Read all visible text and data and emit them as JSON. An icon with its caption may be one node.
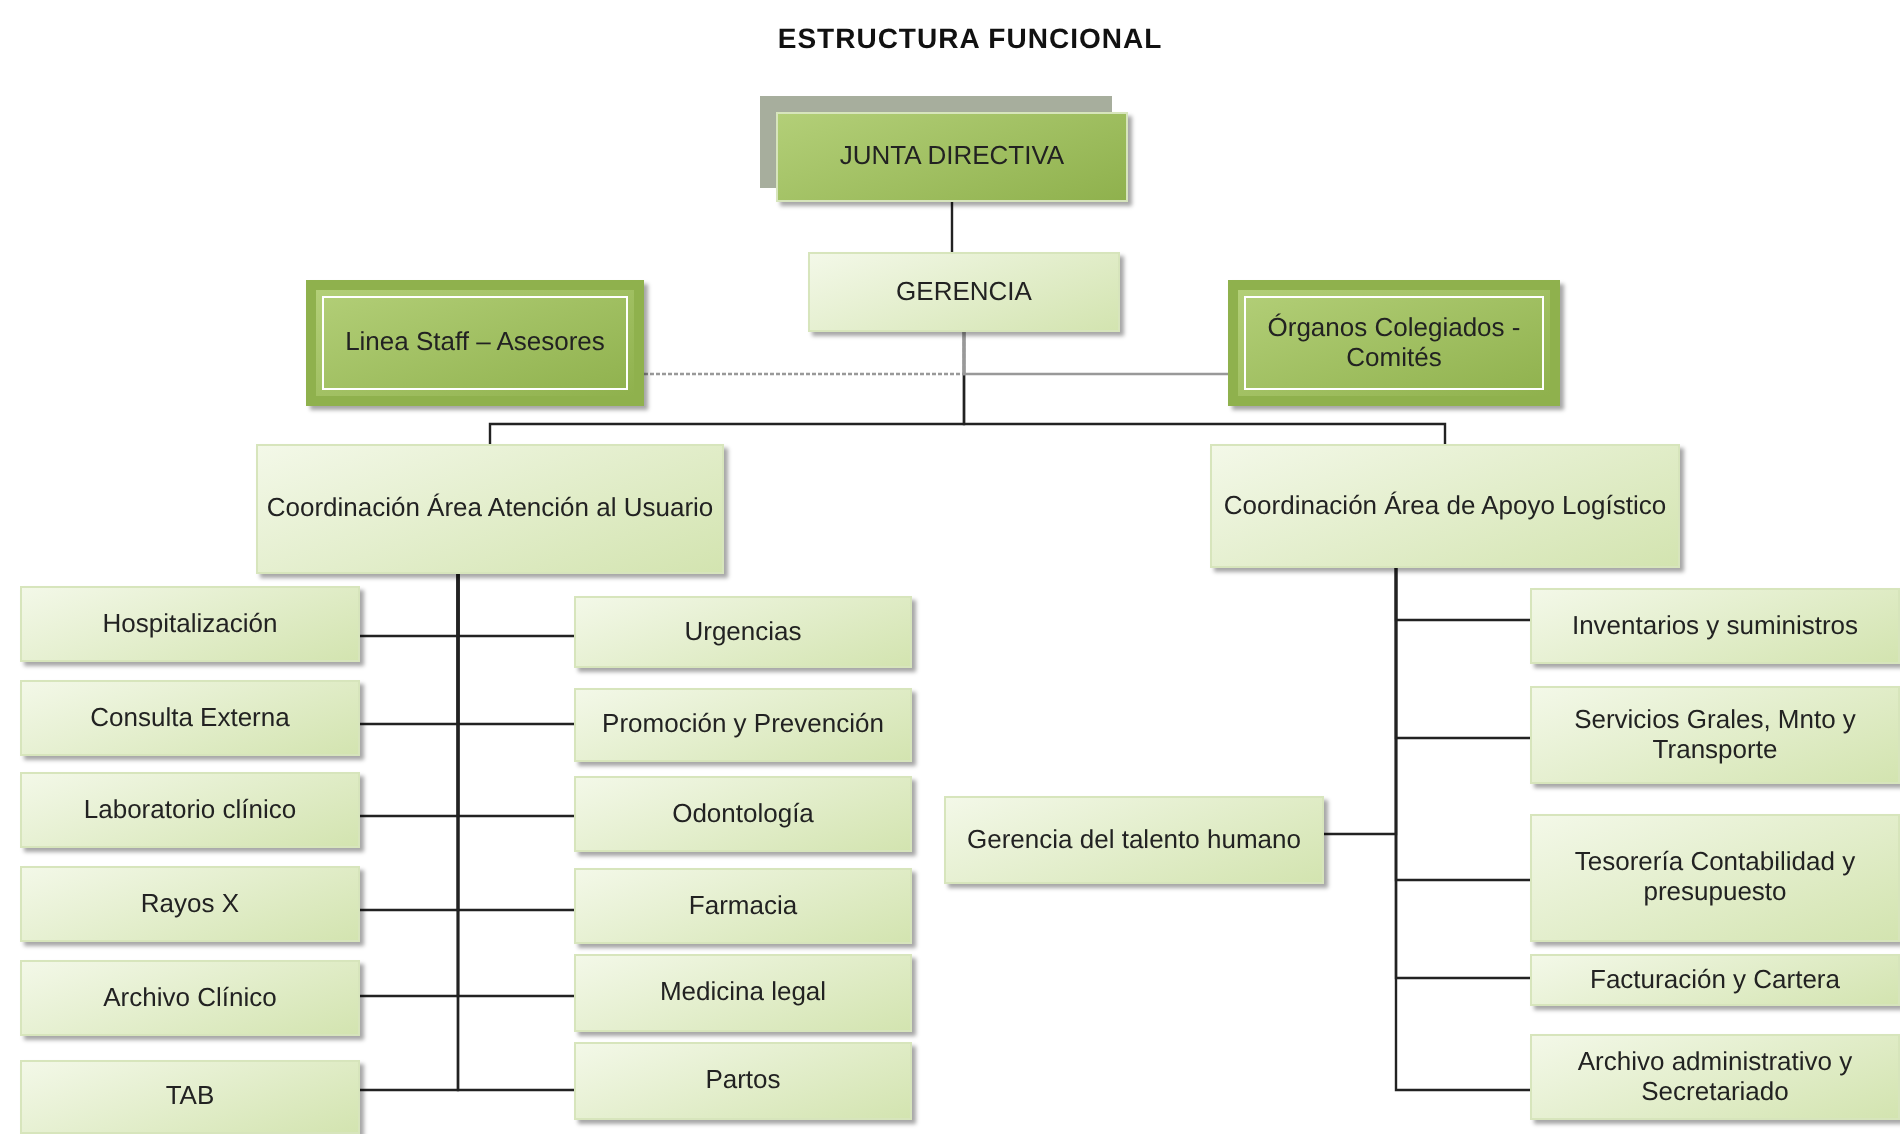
{
  "diagram": {
    "title": "ESTRUCTURA FUNCIONAL",
    "nodes": [
      {
        "text": [
          "JUNTA DIRECTIVA"
        ]
      },
      {
        "text": [
          "GERENCIA"
        ]
      },
      {
        "text": [
          "Linea Staff – Asesores"
        ]
      },
      {
        "text": [
          "Órganos Colegiados - Comités"
        ]
      },
      {
        "text": [
          "Coordinación Área Atención al Usuario"
        ]
      },
      {
        "text": [
          "Coordinación Área de Apoyo Logístico"
        ]
      },
      {
        "text": [
          "Hospitalización"
        ]
      },
      {
        "text": [
          "Urgencias"
        ]
      },
      {
        "text": [
          "Consulta Externa"
        ]
      },
      {
        "text": [
          "Promoción  y Prevención"
        ]
      },
      {
        "text": [
          "Laboratorio clínico"
        ]
      },
      {
        "text": [
          "Odontología"
        ]
      },
      {
        "text": [
          "Rayos X"
        ]
      },
      {
        "text": [
          "Farmacia"
        ]
      },
      {
        "text": [
          "Archivo Clínico"
        ]
      },
      {
        "text": [
          "Medicina legal"
        ]
      },
      {
        "text": [
          "TAB"
        ]
      },
      {
        "text": [
          "Partos"
        ]
      },
      {
        "text": [
          "Gerencia del talento humano"
        ]
      },
      {
        "text": [
          "Inventarios y suministros"
        ]
      },
      {
        "text": [
          "Servicios Grales, Mnto y Transporte"
        ]
      },
      {
        "text": [
          "Tesorería Contabilidad y presupuesto"
        ]
      },
      {
        "text": [
          "Facturación y Cartera"
        ]
      },
      {
        "text": [
          "Archivo administrativo y Secretariado"
        ]
      }
    ],
    "edges": [
      {
        "from": 0,
        "to": 1,
        "arrow": "none"
      },
      {
        "from": 1,
        "to": 4,
        "arrow": "none"
      },
      {
        "from": 1,
        "to": 5,
        "arrow": "none"
      },
      {
        "from": 2,
        "to": 1,
        "arrow": "none",
        "style": "dashed",
        "color": "#999999"
      },
      {
        "from": 3,
        "to": 1,
        "arrow": "none",
        "color": "#999999"
      },
      {
        "from": 4,
        "to": 6,
        "arrow": "none"
      },
      {
        "from": 4,
        "to": 7,
        "arrow": "none"
      },
      {
        "from": 4,
        "to": 8,
        "arrow": "none"
      },
      {
        "from": 4,
        "to": 9,
        "arrow": "none"
      },
      {
        "from": 4,
        "to": 10,
        "arrow": "none"
      },
      {
        "from": 4,
        "to": 11,
        "arrow": "none"
      },
      {
        "from": 4,
        "to": 12,
        "arrow": "none"
      },
      {
        "from": 4,
        "to": 13,
        "arrow": "none"
      },
      {
        "from": 4,
        "to": 14,
        "arrow": "none"
      },
      {
        "from": 4,
        "to": 15,
        "arrow": "none"
      },
      {
        "from": 4,
        "to": 16,
        "arrow": "none"
      },
      {
        "from": 4,
        "to": 17,
        "arrow": "none"
      },
      {
        "from": 5,
        "to": 18,
        "arrow": "none"
      },
      {
        "from": 5,
        "to": 19,
        "arrow": "none"
      },
      {
        "from": 5,
        "to": 20,
        "arrow": "none"
      },
      {
        "from": 5,
        "to": 21,
        "arrow": "none"
      },
      {
        "from": 5,
        "to": 22,
        "arrow": "none"
      },
      {
        "from": 5,
        "to": 23,
        "arrow": "none"
      }
    ]
  }
}
